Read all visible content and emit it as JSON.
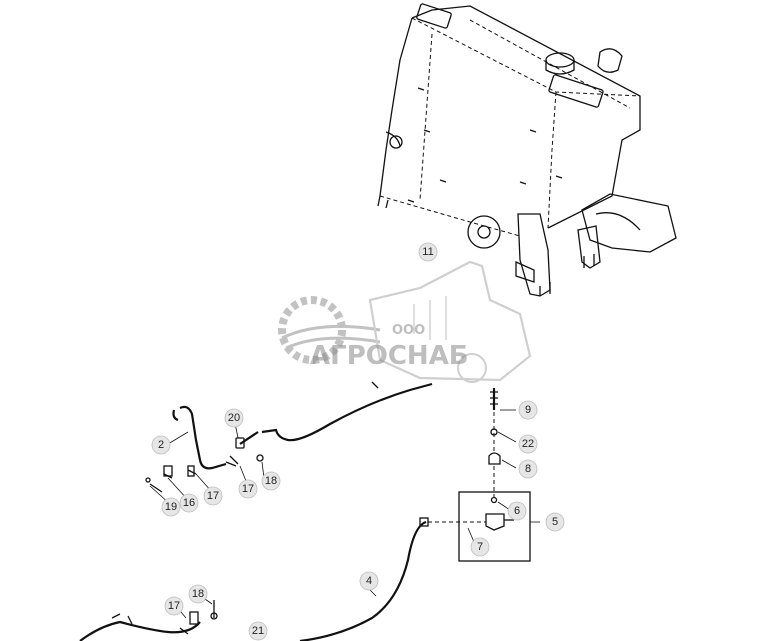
{
  "diagram": {
    "callouts": [
      {
        "id": "callout-11",
        "label": "11"
      },
      {
        "id": "callout-9",
        "label": "9"
      },
      {
        "id": "callout-22",
        "label": "22"
      },
      {
        "id": "callout-8",
        "label": "8"
      },
      {
        "id": "callout-6",
        "label": "6"
      },
      {
        "id": "callout-5",
        "label": "5"
      },
      {
        "id": "callout-7",
        "label": "7"
      },
      {
        "id": "callout-4",
        "label": "4"
      },
      {
        "id": "callout-20",
        "label": "20"
      },
      {
        "id": "callout-2",
        "label": "2"
      },
      {
        "id": "callout-17a",
        "label": "17"
      },
      {
        "id": "callout-18a",
        "label": "18"
      },
      {
        "id": "callout-16",
        "label": "16"
      },
      {
        "id": "callout-19",
        "label": "19"
      },
      {
        "id": "callout-17b",
        "label": "17"
      },
      {
        "id": "callout-17c",
        "label": "17"
      },
      {
        "id": "callout-18b",
        "label": "18"
      },
      {
        "id": "callout-21",
        "label": "21"
      }
    ]
  },
  "watermark": {
    "company_prefix": "ООО",
    "company_name": "АГРОСНАБ"
  }
}
